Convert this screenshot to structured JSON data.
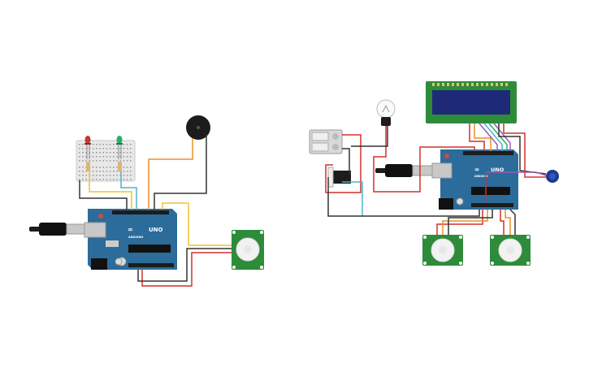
{
  "canvas": {
    "background": "#ffffff"
  },
  "boards": [
    {
      "id": "arduino-left",
      "logo_text": "UNO",
      "brand_text": "ARDUINO",
      "color": "#2b6c9a"
    },
    {
      "id": "arduino-right",
      "logo_text": "UNO",
      "brand_text": "ARDUINO",
      "color": "#2b6c9a"
    }
  ],
  "components": [
    "breadboard-mini",
    "led-red",
    "led-green",
    "piezo-buzzer",
    "pir-sensor-left",
    "usb-cable-left",
    "lcd-16x2",
    "light-bulb",
    "battery-pack",
    "relay-module",
    "potentiometer",
    "usb-cable-right",
    "pir-sensor-right-1",
    "pir-sensor-right-2"
  ],
  "colors": {
    "board": "#2b6c9a",
    "pcb_green": "#2e8b3a",
    "wire_red": "#d0312d",
    "wire_black": "#333333",
    "wire_orange": "#e8912d",
    "wire_yellow": "#f2c12e",
    "wire_cyan": "#4fb3c8",
    "wire_purple": "#9b59b6",
    "lcd_screen": "#1e2a78"
  }
}
